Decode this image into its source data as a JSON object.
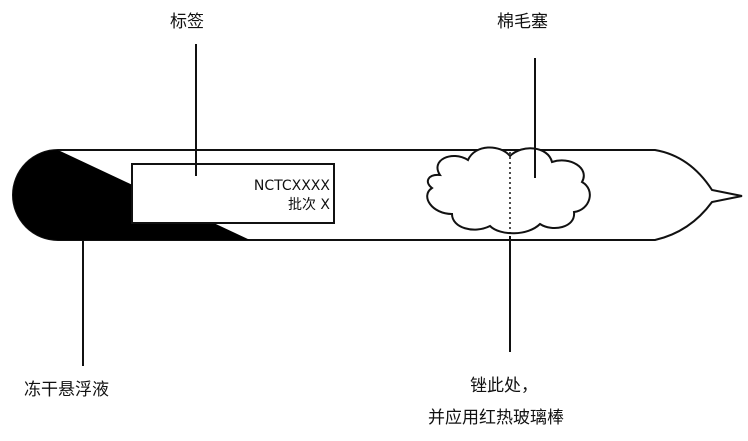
{
  "annotations": {
    "label": "标签",
    "cotton_plug": "棉毛塞",
    "freeze_dried": "冻干悬浮液",
    "file_line1": "锉此处，",
    "file_line2": "并应用红热玻璃棒"
  },
  "ampoule_tag": {
    "code": "NCTCXXXX",
    "batch": "批次 X"
  },
  "colors": {
    "stroke": "#111111",
    "fill_dark": "#000000",
    "background": "#ffffff"
  }
}
